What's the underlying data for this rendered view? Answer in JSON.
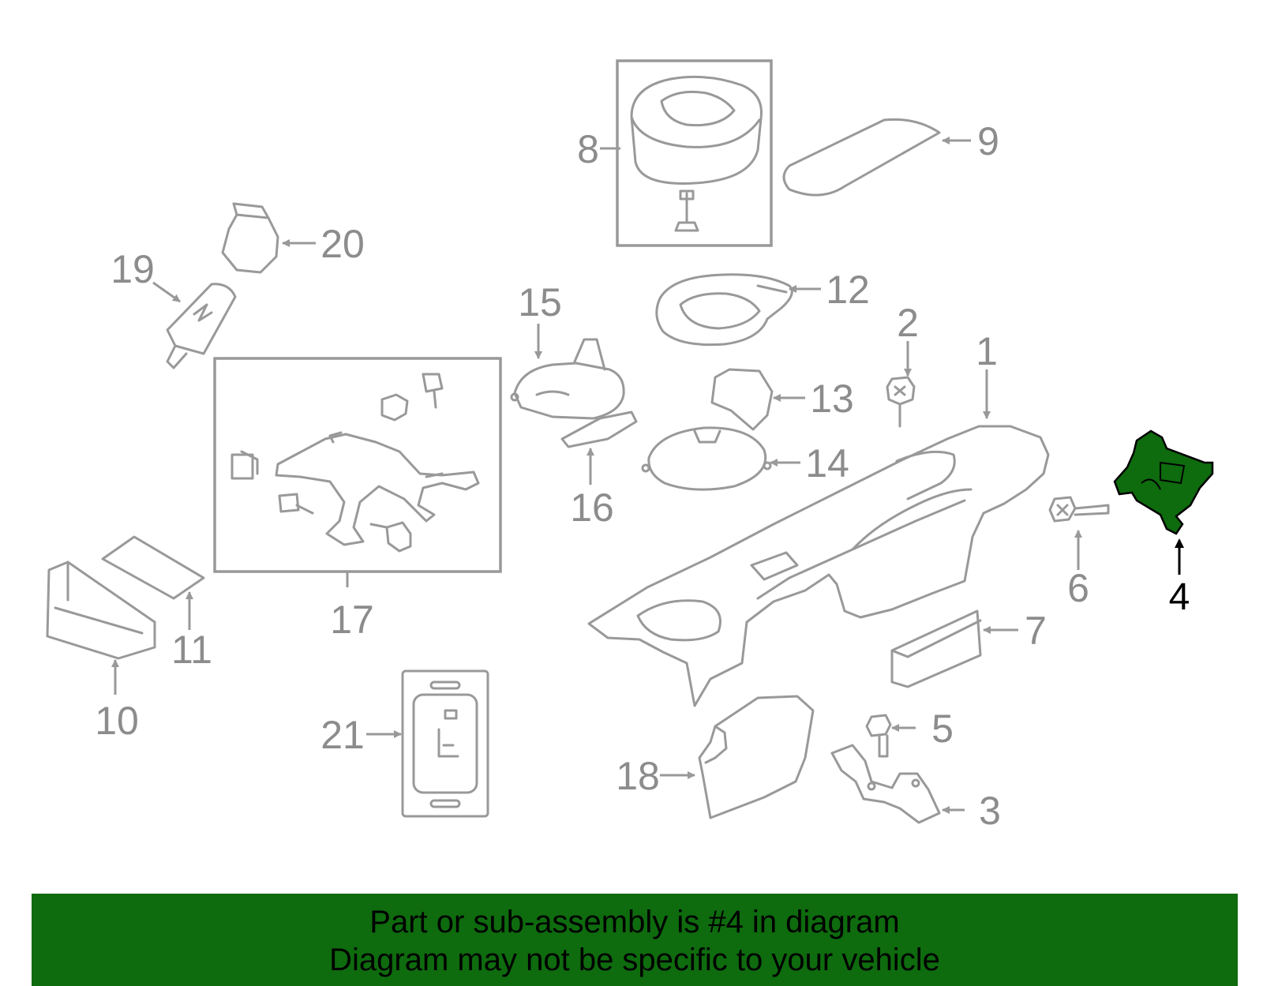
{
  "diagram": {
    "highlight_color": "#0e6b0e",
    "callouts": {
      "c1": "1",
      "c2": "2",
      "c3": "3",
      "c4": "4",
      "c5": "5",
      "c6": "6",
      "c7": "7",
      "c8": "8",
      "c9": "9",
      "c10": "10",
      "c11": "11",
      "c12": "12",
      "c13": "13",
      "c14": "14",
      "c15": "15",
      "c16": "16",
      "c17": "17",
      "c18": "18",
      "c19": "19",
      "c20": "20",
      "c21": "21"
    }
  },
  "banner": {
    "line1": "Part or sub-assembly is #4 in diagram",
    "line2": "Diagram may not be specific to your vehicle"
  }
}
